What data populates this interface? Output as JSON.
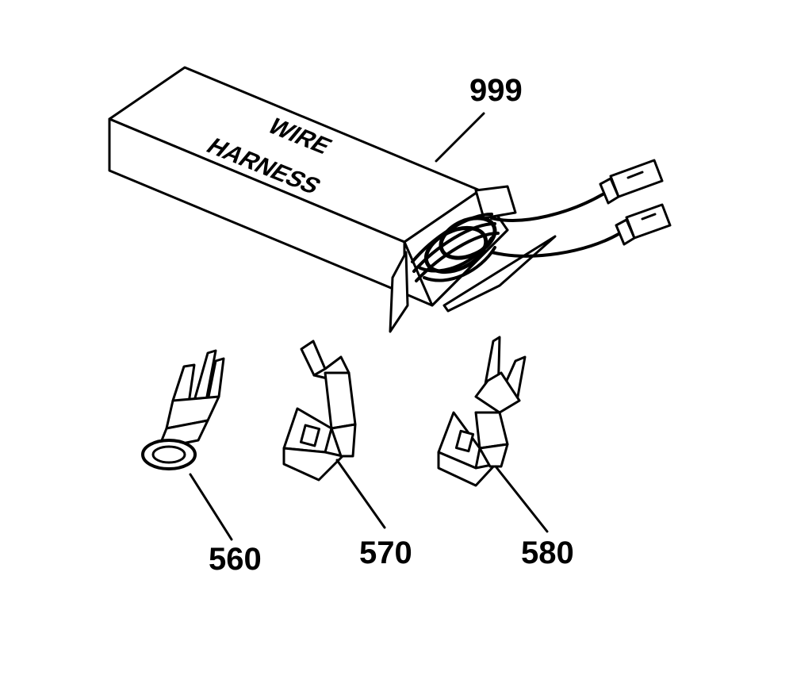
{
  "diagram": {
    "box_label_line1": "WIRE",
    "box_label_line2": "HARNESS",
    "parts": [
      {
        "label": "999",
        "name": "wire-harness"
      },
      {
        "label": "560",
        "name": "ring-terminal"
      },
      {
        "label": "570",
        "name": "flag-terminal"
      },
      {
        "label": "580",
        "name": "quick-connect-terminal"
      }
    ],
    "colors": {
      "ink": "#000000",
      "paper": "#ffffff"
    }
  }
}
